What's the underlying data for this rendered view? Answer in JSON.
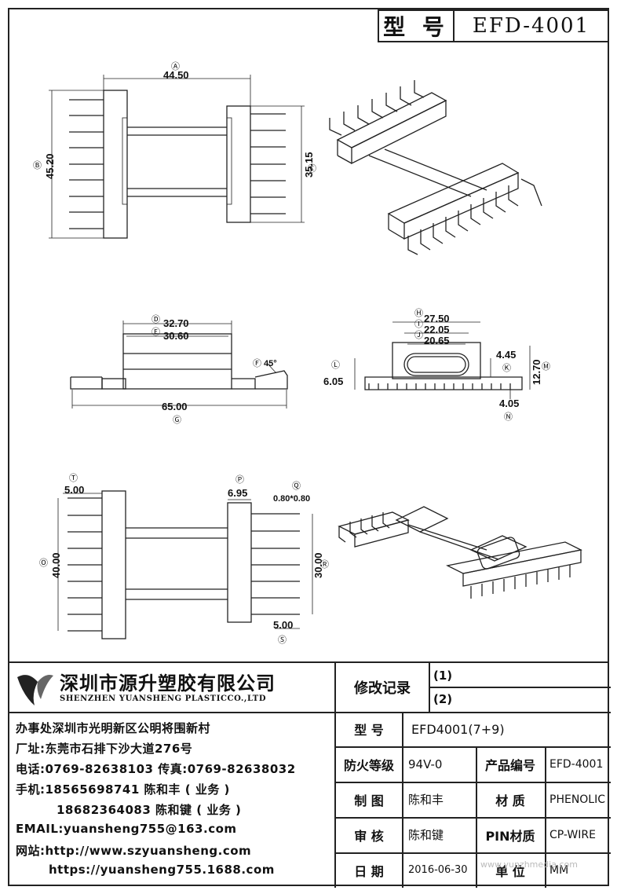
{
  "header": {
    "model_label": "型 号",
    "model_value": "EFD-4001"
  },
  "drawing": {
    "top_view": {
      "A_label": "Ⓐ",
      "A_value": "44.50",
      "B_label": "Ⓑ",
      "B_value": "45.20",
      "C_label": "Ⓒ",
      "C_value": "35.15"
    },
    "side_view": {
      "D_label": "Ⓓ",
      "D_value": "32.70",
      "E_label": "Ⓔ",
      "E_value": "30.60",
      "F_label": "Ⓕ",
      "F_value": "45°",
      "G_label": "Ⓖ",
      "G_value": "65.00"
    },
    "end_view": {
      "H_label": "Ⓗ",
      "H_value": "27.50",
      "I_label": "Ⓘ",
      "I_value": "22.05",
      "J_label": "Ⓙ",
      "J_value": "20.65",
      "K_label": "Ⓚ",
      "K_value": "4.45",
      "L_label": "Ⓛ",
      "L_value": "6.05",
      "M_label": "Ⓜ",
      "M_value": "12.70",
      "N_label": "Ⓝ",
      "N_value": "4.05"
    },
    "bottom_view": {
      "T_label": "Ⓣ",
      "T_value": "5.00",
      "P_label": "Ⓟ",
      "P_value": "6.95",
      "Q_label": "Ⓠ",
      "Q_value": "0.80*0.80",
      "O_label": "Ⓞ",
      "O_value": "40.00",
      "R_label": "Ⓡ",
      "R_value": "30.00",
      "S_label": "Ⓢ",
      "S_value": "5.00"
    }
  },
  "company": {
    "name_cn": "深圳市源升塑胶有限公司",
    "name_en": "SHENZHEN YUANSHENG PLASTICCO.,LTD",
    "office": "办事处深圳市光明新区公明将围新村",
    "factory": "厂址:东莞市石排下沙大道276号",
    "phone": "电话:0769-82638103 传真:0769-82638032",
    "mobile1": "手机:18565698741 陈和丰 ( 业务 )",
    "mobile2": "18682364083 陈和键 ( 业务 )",
    "email": "EMAIL:yuansheng755@163.com",
    "web1": "网站:http://www.szyuansheng.com",
    "web2": "https://yuansheng755.1688.com"
  },
  "spec": {
    "revision_label": "修改记录",
    "rev1": "(1)",
    "rev2": "(2)",
    "model_label": "型 号",
    "model_value": "EFD4001(7+9)",
    "fire_label": "防火等级",
    "fire_value": "94V-0",
    "product_no_label": "产品编号",
    "product_no_value": "EFD-4001",
    "drawn_label": "制 图",
    "drawn_value": "陈和丰",
    "material_label": "材 质",
    "material_value": "PHENOLIC",
    "review_label": "审 核",
    "review_value": "陈和键",
    "pin_label": "PIN材质",
    "pin_value": "CP-WIRE",
    "date_label": "日 期",
    "date_value": "2016-06-30",
    "unit_label": "单 位",
    "unit_value": "MM"
  },
  "watermark": "www.yunzhmedia.com"
}
